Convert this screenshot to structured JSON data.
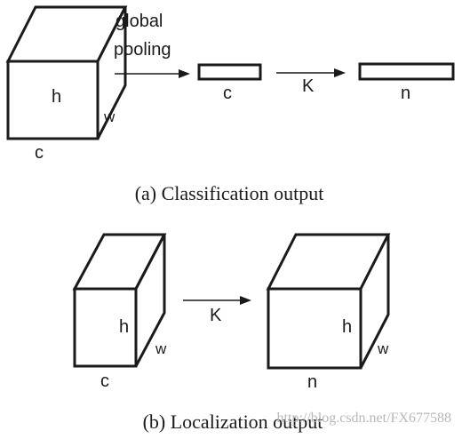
{
  "panel_a": {
    "input_cube": {
      "h": "h",
      "w": "w",
      "c": "c"
    },
    "pool_label_line1": "global",
    "pool_label_line2": "pooling",
    "vec_c_label": "c",
    "k_label": "K",
    "vec_n_label": "n",
    "caption": "(a) Classification output"
  },
  "panel_b": {
    "input_cube": {
      "h": "h",
      "w": "w",
      "c": "c"
    },
    "k_label": "K",
    "output_cube": {
      "h": "h",
      "w": "w",
      "n": "n"
    },
    "caption": "(b) Localization output"
  },
  "watermark": "http://blog.csdn.net/FX677588"
}
